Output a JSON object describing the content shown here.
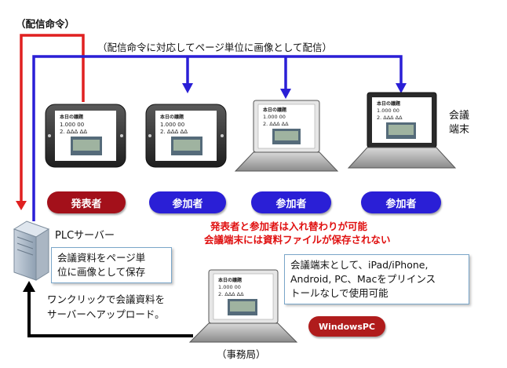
{
  "labels": {
    "delivery_command": "（配信命令）",
    "delivery_note": "（配信命令に対応してページ単位に画像として配信）",
    "conference_terminal": "会議",
    "conference_terminal_2": "端末",
    "presenter": "発表者",
    "participant": "参加者",
    "server_title": "PLCサーバー",
    "server_box_line1": "会議資料をページ単",
    "server_box_line2": "位に画像として保存",
    "swap_note": "発表者と参加者は入れ替わりが可能",
    "no_save_note": "会議端末には資料ファイルが保存されない",
    "device_box_line1": "会議端末として、iPad/iPhone,",
    "device_box_line2": "Android, PC、Macをプリインス",
    "device_box_line3": "トールなしで使用可能",
    "upload_line1": "ワンクリックで会議資料を",
    "upload_line2": "サーバーへアップロード。",
    "windows_pc": "WindowsPC",
    "office": "（事務局）"
  },
  "screen_content": {
    "title": "本日の議題",
    "line1": "1.000 00",
    "line2": "2. ΔΔΔ ΔΔ"
  },
  "colors": {
    "command_line": "#e02020",
    "delivery_line": "#2a1fd6",
    "presenter_pill": "#a3101a",
    "participant_pill": "#2a1fd6",
    "windows_pill": "#b01c1c",
    "upload_arrow": "#000000"
  }
}
